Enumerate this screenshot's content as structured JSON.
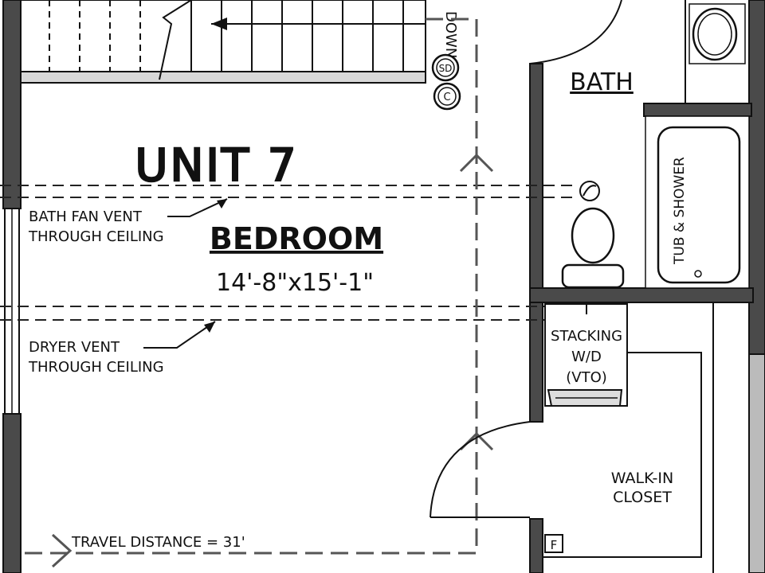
{
  "plan": {
    "unit_title": "UNIT 7",
    "room_name": "BEDROOM",
    "room_dimensions": "14'-8\"x15'-1\"",
    "bath_label": "BATH",
    "stair_label": "DOWN",
    "smoke_detector_symbol": "SD",
    "co_detector_symbol": "C",
    "bath_fan_note": [
      "BATH FAN VENT",
      "THROUGH CEILING"
    ],
    "dryer_vent_note": [
      "DRYER VENT",
      "THROUGH CEILING"
    ],
    "tub_label": "TUB & SHOWER",
    "washer_dryer_label": [
      "STACKING",
      "W/D",
      "(VTO)"
    ],
    "closet_label": [
      "WALK-IN",
      "CLOSET"
    ],
    "fire_symbol": "F",
    "travel_distance": "TRAVEL DISTANCE = 31'"
  }
}
